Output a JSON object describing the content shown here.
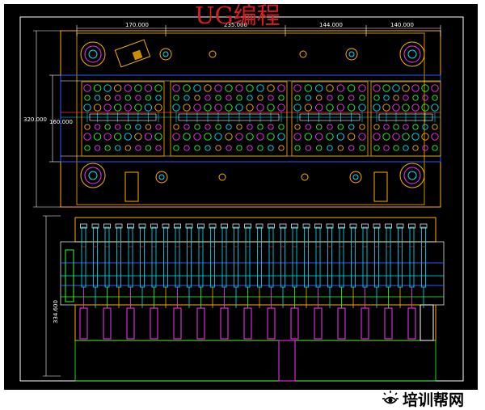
{
  "title": "UG编程",
  "dimensions": {
    "top_1": "170.000",
    "top_2": "235.000",
    "top_3": "144.000",
    "top_4": "140.000",
    "left_outer": "320.000",
    "left_inner": "160.000",
    "bottom_left": "334.600"
  },
  "watermark": {
    "text": "培训帮网",
    "icon": "eye-sun-logo-icon"
  },
  "colors": {
    "background": "#000000",
    "plate": "#ffb000",
    "cyan": "#00e5ff",
    "magenta": "#ff30ff",
    "green": "#30ff30",
    "blue": "#2a5bff",
    "red": "#ff3030",
    "white": "#ffffff",
    "title": "#d42020"
  }
}
